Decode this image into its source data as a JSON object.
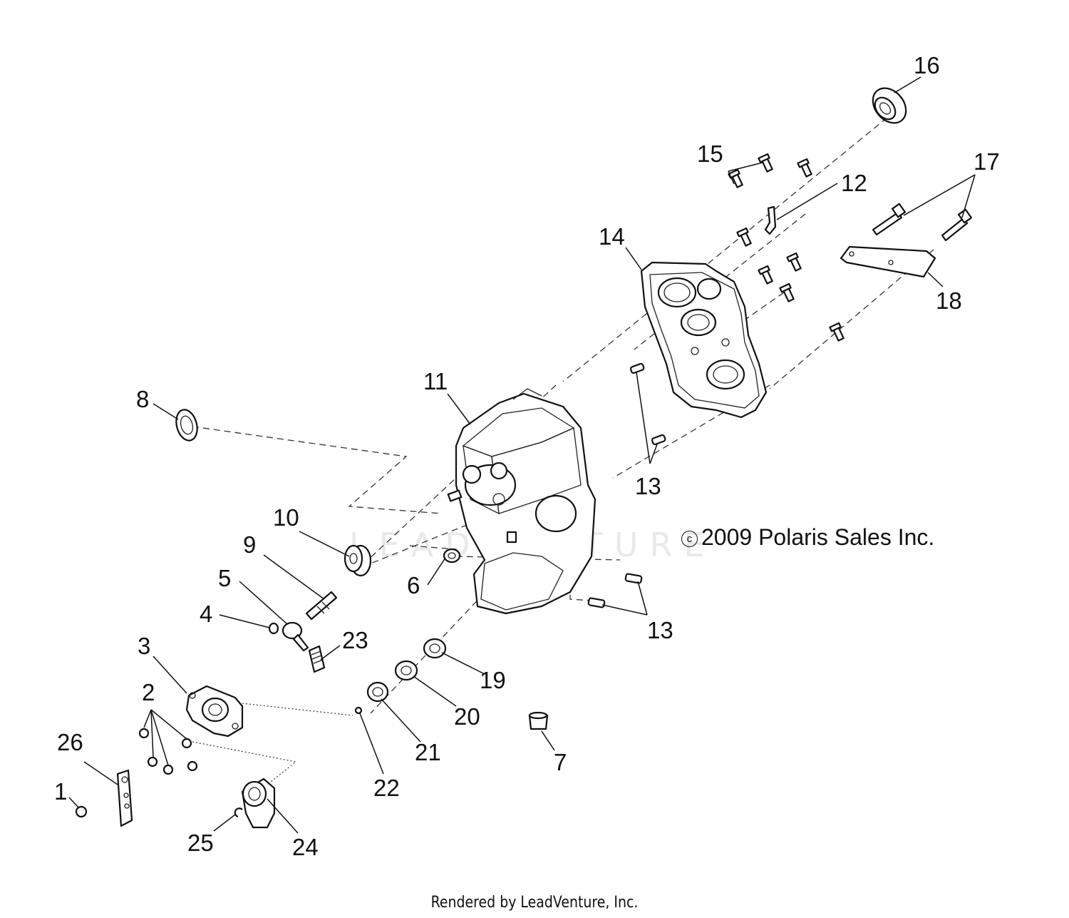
{
  "diagram": {
    "copyright_symbol": "c",
    "copyright_text": "2009 Polaris Sales Inc.",
    "watermark": "LEADVENTURE",
    "footer": "Rendered by LeadVenture, Inc.",
    "callouts": {
      "c1": "1",
      "c2": "2",
      "c3": "3",
      "c4": "4",
      "c5": "5",
      "c6": "6",
      "c7": "7",
      "c8": "8",
      "c9": "9",
      "c10": "10",
      "c11": "11",
      "c12": "12",
      "c13a": "13",
      "c13b": "13",
      "c14": "14",
      "c15": "15",
      "c16": "16",
      "c17": "17",
      "c18": "18",
      "c19": "19",
      "c20": "20",
      "c21": "21",
      "c22": "22",
      "c23": "23",
      "c24": "24",
      "c25": "25",
      "c26": "26"
    }
  }
}
